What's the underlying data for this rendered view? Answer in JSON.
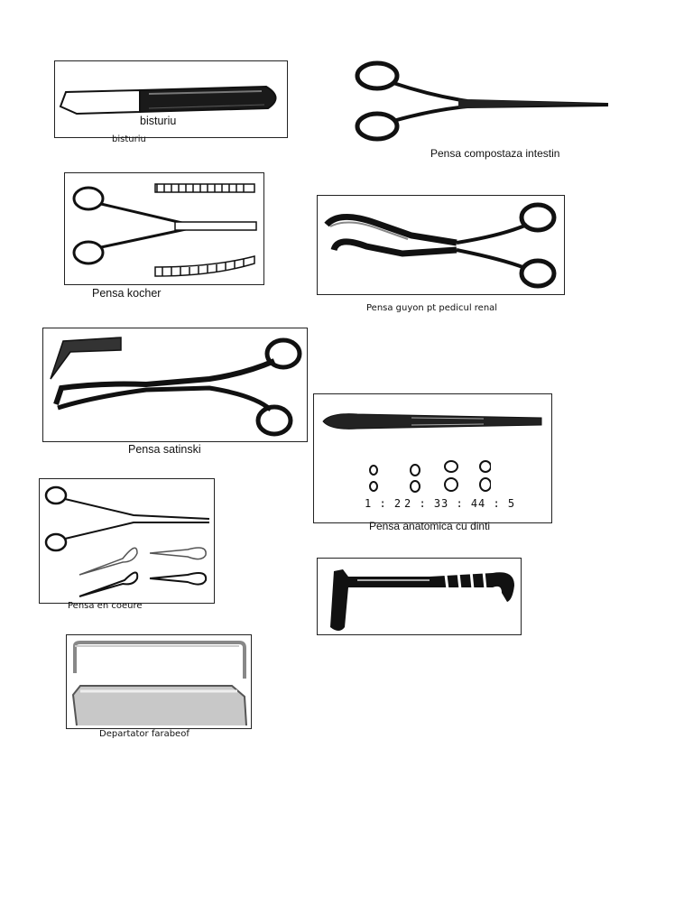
{
  "page": {
    "background": "#ffffff",
    "ink": "#111111"
  },
  "figures": {
    "bisturiu": {
      "label_in_frame": "bisturiu",
      "caption": "bisturiu",
      "icon": "scalpel-icon"
    },
    "compostaza": {
      "caption": "Pensa compostaza intestin",
      "icon": "straight-clamp-icon"
    },
    "kocher": {
      "caption": "Pensa kocher",
      "icon": "kocher-forceps-icon"
    },
    "guyon": {
      "caption": "Pensa guyon pt pedicul renal",
      "icon": "guyon-clamp-icon"
    },
    "satinski": {
      "caption": "Pensa satinski",
      "icon": "satinsky-clamp-icon"
    },
    "anatomica": {
      "caption": "Pensa anatomica cu dinti",
      "icon": "tissue-forceps-icon",
      "ratios": [
        "1 : 2",
        "2 : 3",
        "3 : 4",
        "4 : 5"
      ]
    },
    "en_coeur": {
      "caption": "Pensa en coeure",
      "icon": "ring-forceps-icon"
    },
    "retractor": {
      "icon": "hand-retractor-icon"
    },
    "farabeuf": {
      "caption": "Departator farabeof",
      "icon": "farabeuf-retractor-icon"
    }
  }
}
